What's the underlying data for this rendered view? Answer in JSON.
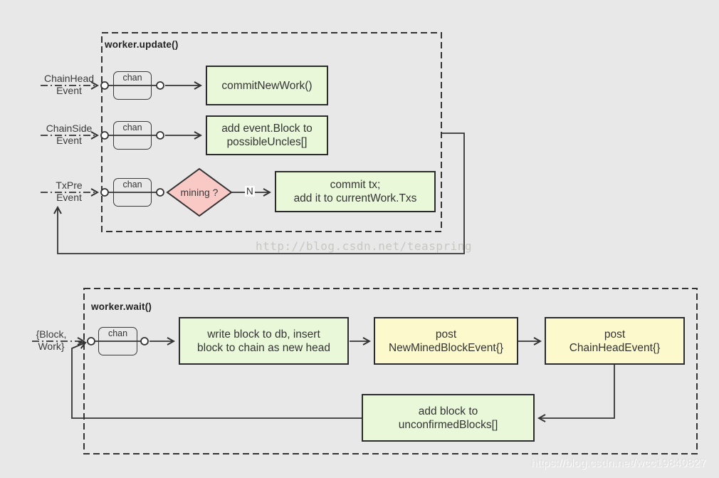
{
  "update_group": {
    "title": "worker.update()",
    "chan_label": "chan",
    "rows": [
      {
        "source": "ChainHead\nEvent",
        "target": "commitNewWork()"
      },
      {
        "source": "ChainSide\nEvent",
        "target": "add event.Block to\npossibleUncles[]"
      },
      {
        "source": "TxPre\nEvent",
        "decision": "mining ?",
        "branch": "N",
        "target": "commit tx;\nadd it to currentWork.Txs"
      }
    ]
  },
  "wait_group": {
    "title": "worker.wait()",
    "chan_label": "chan",
    "source": "{Block,\nWork}",
    "steps": [
      "write block to db, insert\nblock to chain as new head",
      "post\nNewMinedBlockEvent{}",
      "post\nChainHeadEvent{}"
    ],
    "feedback": "add block to\nunconfirmedBlocks[]"
  },
  "watermarks": {
    "top": "http://blog.csdn.net/teaspring",
    "bottom": "https://blog.csdn.net/wcc19840827"
  },
  "colors": {
    "background": "#e8e8e8",
    "process_green": "#eaf8da",
    "event_yellow": "#fcf9cd",
    "decision_pink": "#f9c9c6",
    "line": "#333333"
  }
}
